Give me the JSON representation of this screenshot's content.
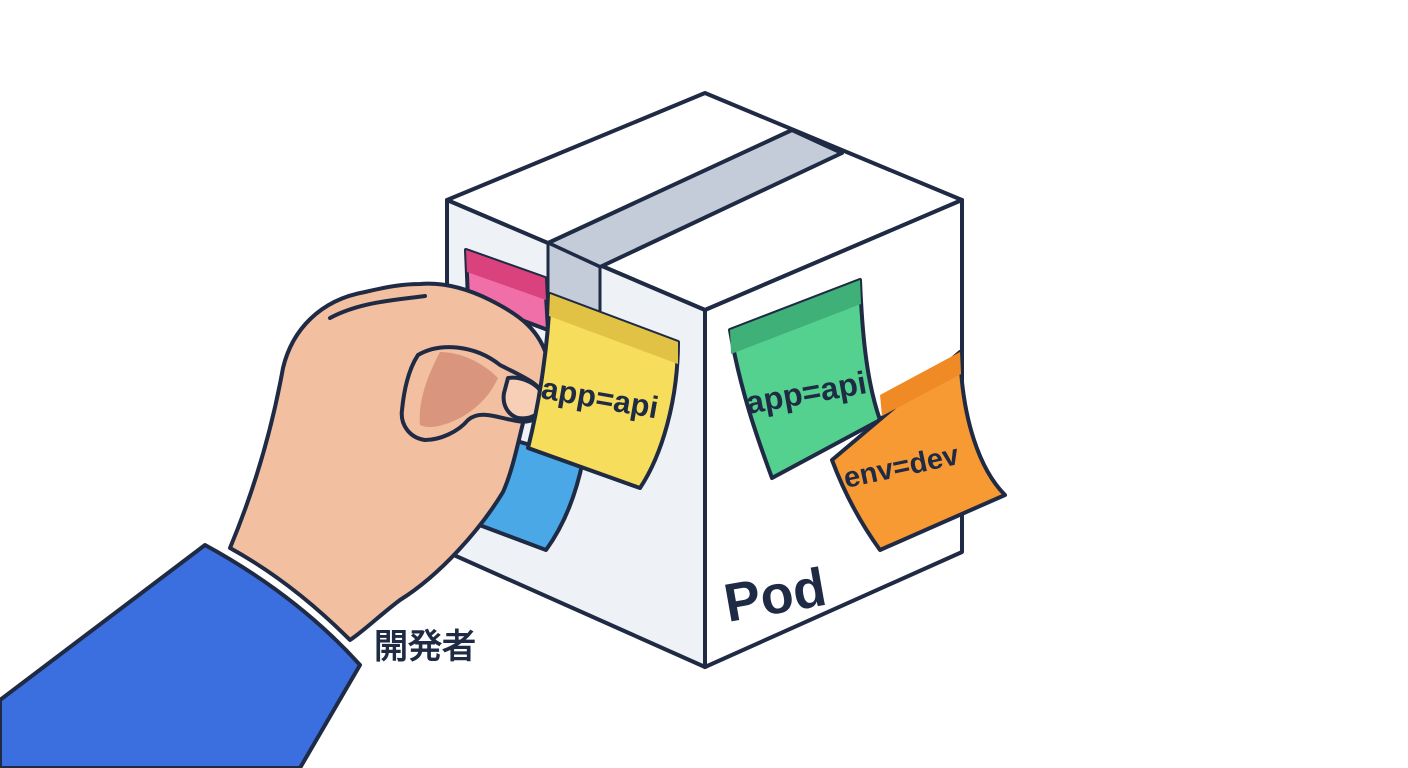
{
  "box": {
    "name": "Pod"
  },
  "labels": [
    {
      "text": "app=api",
      "color": "#f7dd5c",
      "band": "#e2c245"
    },
    {
      "text": "app=api",
      "color": "#55d18f",
      "band": "#3fb077"
    },
    {
      "text": "env=dev",
      "color": "#f79a34",
      "band": "#ef8a24"
    }
  ],
  "hidden_labels": [
    {
      "color": "#f06fa8"
    },
    {
      "color": "#4aa8e6"
    }
  ],
  "actor": {
    "name": "開発者"
  },
  "colors": {
    "outline": "#1f2a44",
    "box_face": "#ffffff",
    "box_side": "#eef1f6",
    "tape": "#c3ccd8",
    "skin": "#f2bfa0",
    "sleeve": "#3b6fe0"
  }
}
